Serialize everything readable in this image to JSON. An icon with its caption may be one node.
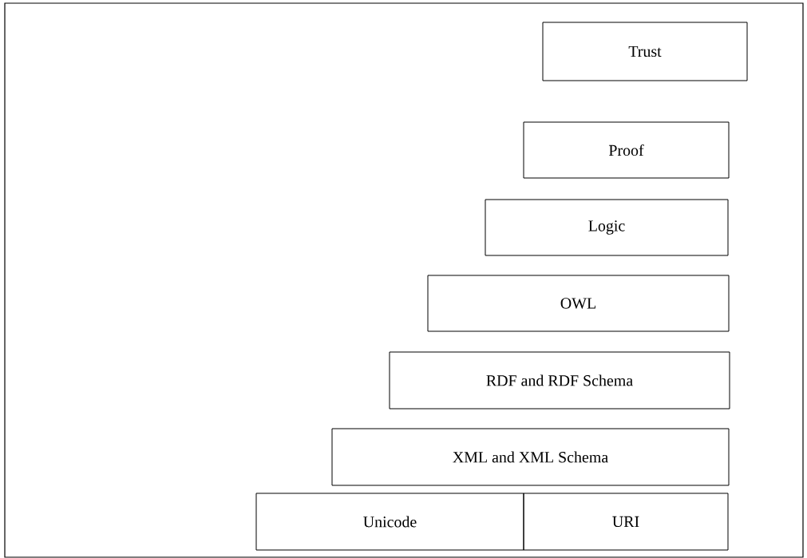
{
  "diagram": {
    "nodes": [
      {
        "text": [
          "Trust"
        ]
      },
      {
        "text": [
          "Proof"
        ]
      },
      {
        "text": [
          "Logic"
        ]
      },
      {
        "text": [
          "OWL"
        ]
      },
      {
        "text": [
          "RDF and RDF Schema"
        ]
      },
      {
        "text": [
          "XML and XML Schema"
        ]
      },
      {
        "text": [
          "Unicode"
        ]
      },
      {
        "text": [
          "URI"
        ]
      }
    ]
  }
}
